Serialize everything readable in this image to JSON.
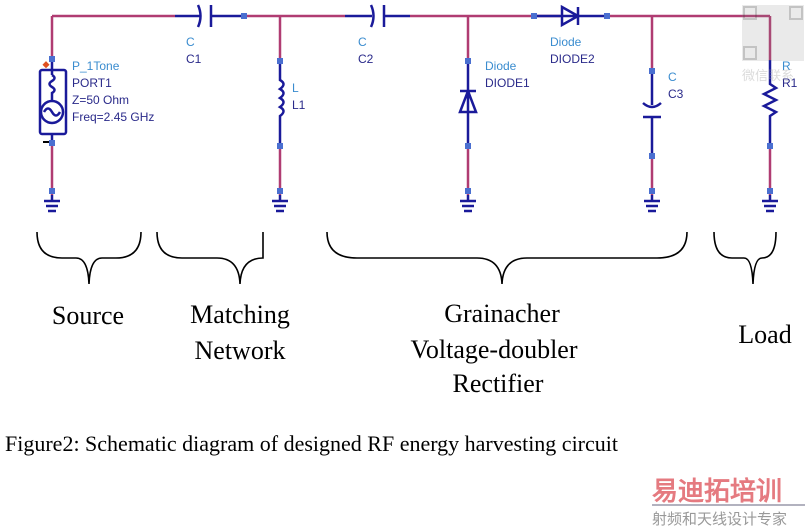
{
  "components": {
    "port": {
      "type": "P_1Tone",
      "name": "PORT1",
      "impedance": "Z=50 Ohm",
      "freq": "Freq=2.45 GHz"
    },
    "c1": {
      "type": "C",
      "name": "C1"
    },
    "l1": {
      "type": "L",
      "name": "L1"
    },
    "c2": {
      "type": "C",
      "name": "C2"
    },
    "diode1": {
      "type": "Diode",
      "name": "DIODE1"
    },
    "diode2": {
      "type": "Diode",
      "name": "DIODE2"
    },
    "c3": {
      "type": "C",
      "name": "C3"
    },
    "r1": {
      "type": "R",
      "name": "R1"
    }
  },
  "sections": {
    "source": "Source",
    "matching": [
      "Matching",
      "Network"
    ],
    "rectifier": [
      "Grainacher",
      "Voltage-doubler",
      "Rectifier"
    ],
    "load": "Load"
  },
  "caption": "Figure2: Schematic diagram of designed RF energy harvesting circuit",
  "watermark": {
    "top": "微信联系",
    "brand": "易迪拓培训",
    "tagline": "射频和天线设计专家"
  },
  "colors": {
    "wire": "#b03c72",
    "component": "#1a1a9a",
    "type_label": "#3a8ccf",
    "name_label": "#2a2a8a"
  }
}
